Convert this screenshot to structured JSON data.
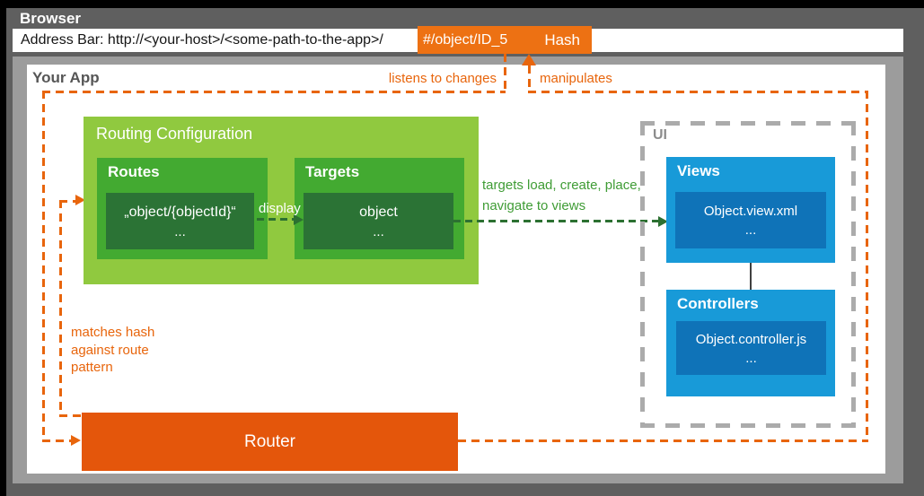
{
  "browser": {
    "title": "Browser",
    "address_prefix": "Address Bar: http://<your-host>/<some-path-to-the-app>/",
    "hash_value": "#/object/ID_5",
    "hash_label": "Hash"
  },
  "app": {
    "title": "Your App"
  },
  "routing": {
    "title": "Routing Configuration",
    "routes": {
      "title": "Routes",
      "pattern": "„object/{objectId}“",
      "more": "..."
    },
    "targets": {
      "title": "Targets",
      "name": "object",
      "more": "..."
    }
  },
  "ui": {
    "title": "UI",
    "views": {
      "title": "Views",
      "file": "Object.view.xml",
      "more": "..."
    },
    "controllers": {
      "title": "Controllers",
      "file": "Object.controller.js",
      "more": "..."
    }
  },
  "router": {
    "label": "Router"
  },
  "annotations": {
    "listens": "listens to changes",
    "manipulates": "manipulates",
    "matches": "matches hash\nagainst route\npattern",
    "display": "display",
    "targets_arrow_line1": "targets load, create, place,",
    "targets_arrow_line2": "navigate to views"
  },
  "colors": {
    "orange-line": "#E8650C",
    "orange-hash": "#ED7113",
    "orange-router": "#E4560B",
    "green-light": "#90C93F",
    "green-mid": "#43AA31",
    "green-dark": "#2B7335",
    "green-arrow": "#2C7031",
    "green-text": "#3F9C35",
    "blue": "#189AD8",
    "blue-dark": "#0F73B8",
    "gray-frame": "#5F5F5F",
    "gray-viewport": "#9C9C9C",
    "gray-ui": "#ABABAB",
    "gray-ui-text": "#8C8C8C",
    "app-title": "#565656"
  }
}
